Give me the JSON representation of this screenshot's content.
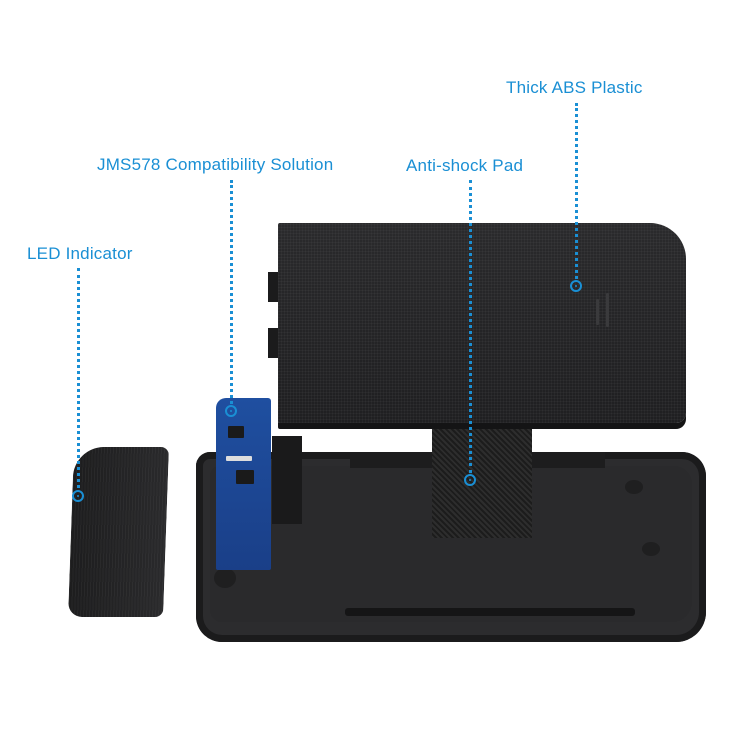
{
  "annotations": {
    "thick_abs_plastic": {
      "label": "Thick ABS Plastic"
    },
    "jms578": {
      "label": "JMS578 Compatibility Solution"
    },
    "anti_shock_pad": {
      "label": "Anti-shock Pad"
    },
    "led_indicator": {
      "label": "LED Indicator"
    }
  },
  "colors": {
    "accent": "#1a8fd4",
    "product": "#2a2a2c",
    "pcb": "#1f4fa0"
  }
}
